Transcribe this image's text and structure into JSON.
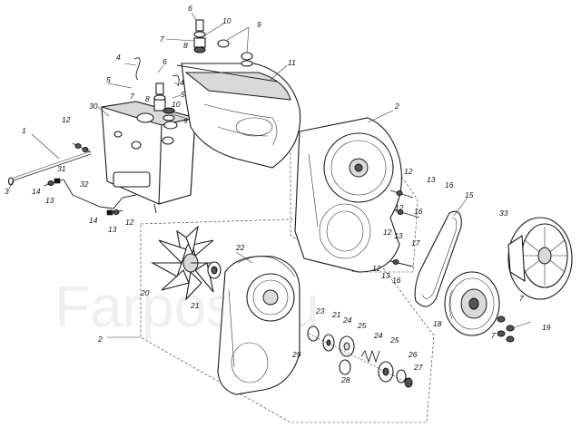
{
  "callouts": [
    "1",
    "2",
    "2",
    "3",
    "4",
    "4",
    "5",
    "5",
    "6",
    "6",
    "7",
    "7",
    "7",
    "7",
    "8",
    "8",
    "9",
    "9",
    "10",
    "10",
    "11",
    "12",
    "12",
    "12",
    "12",
    "12",
    "12",
    "13",
    "13",
    "13",
    "13",
    "13",
    "14",
    "14",
    "15",
    "16",
    "16",
    "16",
    "17",
    "18",
    "19",
    "20",
    "21",
    "21",
    "22",
    "23",
    "24",
    "24",
    "25",
    "25",
    "26",
    "27",
    "28",
    "29",
    "30",
    "31",
    "32",
    "33"
  ],
  "watermark": "Farpost.ru"
}
